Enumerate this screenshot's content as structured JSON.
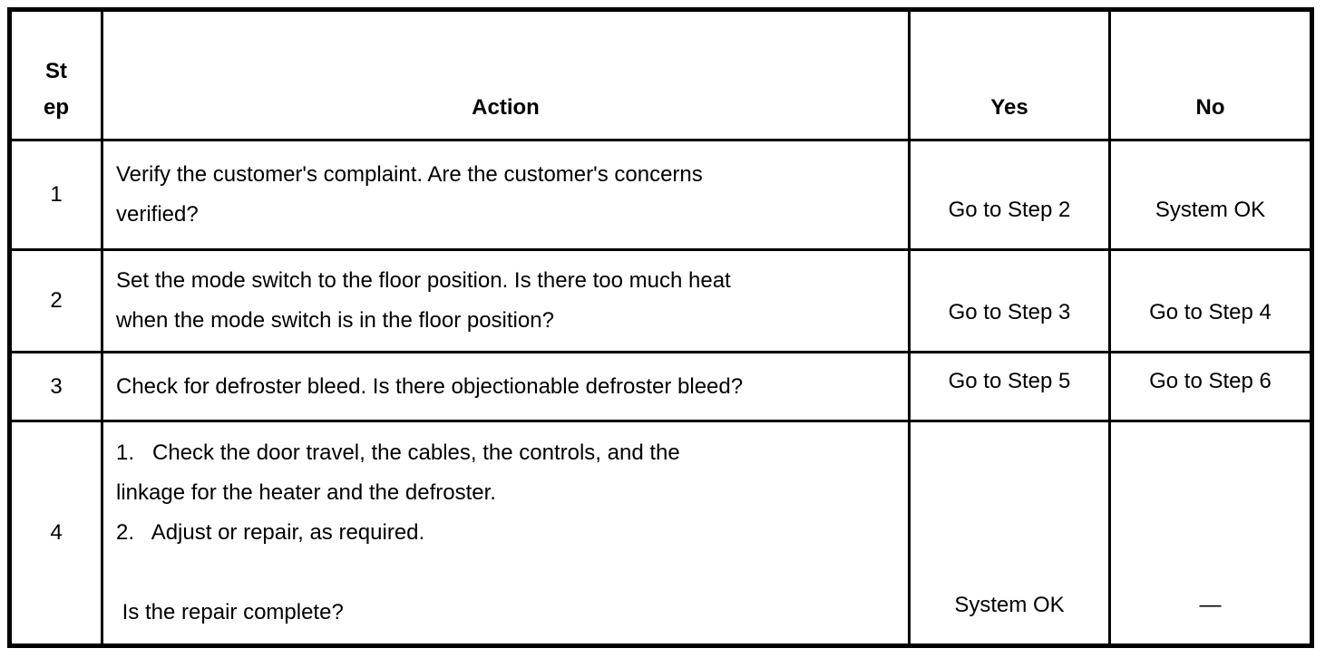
{
  "colors": {
    "border": "#000000",
    "text": "#000000",
    "background": "#ffffff"
  },
  "table": {
    "headers": {
      "step": "St\nep",
      "action": "Action",
      "yes": "Yes",
      "no": "No"
    },
    "rows": [
      {
        "step": "1",
        "action": "Verify the customer's complaint. Are the customer's concerns\nverified?",
        "yes": "Go to Step 2",
        "no": "System OK"
      },
      {
        "step": "2",
        "action": "Set the mode switch to the floor position. Is there too much heat\nwhen the mode switch is in the floor position?",
        "yes": "Go to Step 3",
        "no": "Go to Step 4"
      },
      {
        "step": "3",
        "action": "Check for defroster bleed. Is there objectionable defroster bleed?",
        "yes": "Go to Step 5",
        "no": "Go to Step 6"
      },
      {
        "step": "4",
        "action": "1.   Check the door travel, the cables, the controls, and the\nlinkage for the heater and the defroster.\n2.   Adjust or repair, as required.\n\n Is the repair complete?",
        "yes": "System OK",
        "no": "—"
      }
    ]
  }
}
